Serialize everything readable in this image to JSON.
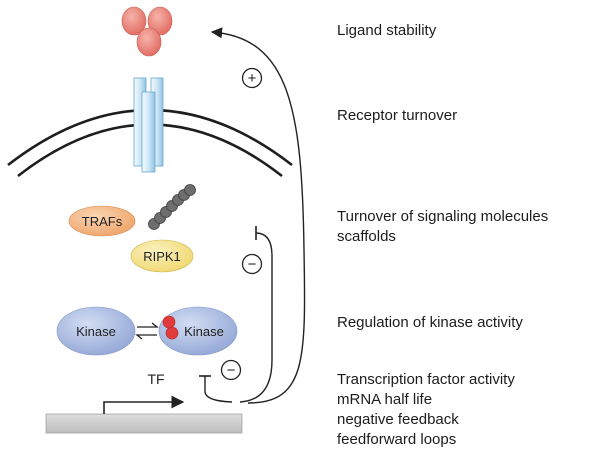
{
  "levels": {
    "ligand": "Ligand stability",
    "receptor": "Receptor turnover",
    "signaling": [
      "Turnover of signaling molecules",
      "scaffolds"
    ],
    "kinase": "Regulation of kinase activity",
    "transcription": [
      "Transcription factor activity",
      "mRNA half life",
      "negative feedback",
      "feedforward loops"
    ]
  },
  "molecules": {
    "trafs": "TRAFs",
    "ripk1": "RIPK1",
    "kinase_left": "Kinase",
    "kinase_right": "Kinase",
    "tf": "TF"
  },
  "signs": {
    "positive": "+",
    "negative_signaling": "−",
    "negative_tf": "−"
  },
  "colors": {
    "ligand": "#e8837a",
    "receptor": "#a9d3ea",
    "trafs": "#f3b27a",
    "ripk1": "#f3e07f",
    "kinase": "#9fb2dd",
    "phosphate": "#e23b3b",
    "scaffold": "#6e6e6e",
    "dna": "#cfcfcf"
  }
}
